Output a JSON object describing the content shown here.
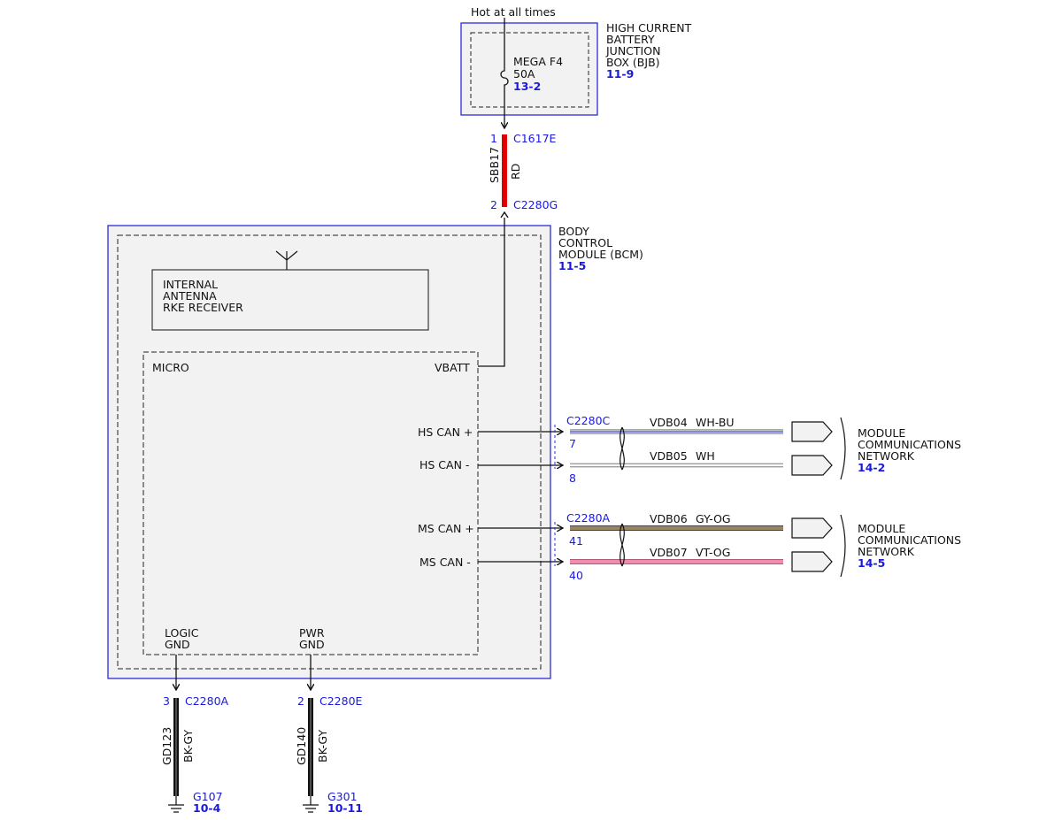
{
  "supply": {
    "label": "Hot at all times"
  },
  "bjb": {
    "name_lines": [
      "HIGH CURRENT",
      "BATTERY",
      "JUNCTION",
      "BOX (BJB)"
    ],
    "page_ref": "11-9",
    "fuse": {
      "name": "MEGA F4",
      "rating": "50A",
      "page_ref": "13-2"
    }
  },
  "power_wire": {
    "circuit": "SBB17",
    "color": "RD",
    "top_connector": {
      "pin": "1",
      "name": "C1617E"
    },
    "bottom_connector": {
      "pin": "2",
      "name": "C2280G"
    }
  },
  "bcm": {
    "name_lines": [
      "BODY",
      "CONTROL",
      "MODULE (BCM)"
    ],
    "page_ref": "11-5",
    "antenna": {
      "lines": [
        "INTERNAL",
        "ANTENNA",
        "RKE RECEIVER"
      ]
    },
    "micro": {
      "label": "MICRO",
      "vbatt": "VBATT",
      "logic_gnd": [
        "LOGIC",
        "GND"
      ],
      "pwr_gnd": [
        "PWR",
        "GND"
      ]
    }
  },
  "can_hs": {
    "connector": "C2280C",
    "signals": [
      {
        "label": "HS CAN +",
        "pin": "7",
        "circuit": "VDB04",
        "color": "WH-BU"
      },
      {
        "label": "HS CAN -",
        "pin": "8",
        "circuit": "VDB05",
        "color": "WH"
      }
    ],
    "destination": {
      "lines": [
        "MODULE",
        "COMMUNICATIONS",
        "NETWORK"
      ],
      "page_ref": "14-2"
    }
  },
  "can_ms": {
    "connector": "C2280A",
    "signals": [
      {
        "label": "MS CAN +",
        "pin": "41",
        "circuit": "VDB06",
        "color": "GY-OG"
      },
      {
        "label": "MS CAN -",
        "pin": "40",
        "circuit": "VDB07",
        "color": "VT-OG"
      }
    ],
    "destination": {
      "lines": [
        "MODULE",
        "COMMUNICATIONS",
        "NETWORK"
      ],
      "page_ref": "14-5"
    }
  },
  "grounds": [
    {
      "pin": "3",
      "connector": "C2280A",
      "circuit": "GD123",
      "color": "BK-GY",
      "ground": "G107",
      "page_ref": "10-4"
    },
    {
      "pin": "2",
      "connector": "C2280E",
      "circuit": "GD140",
      "color": "BK-GY",
      "ground": "G301",
      "page_ref": "10-11"
    }
  ],
  "colors": {
    "module_border": "#2b2bd6",
    "module_fill": "#f2f2f2",
    "ref_text": "#1a1adc",
    "red_wire": "#e00000",
    "ground_wire": "#111111",
    "gy_og_wire": "#9a8560",
    "vt_og_wire": "#f08cb0",
    "wh_bu_stripe": "#3344cc"
  }
}
